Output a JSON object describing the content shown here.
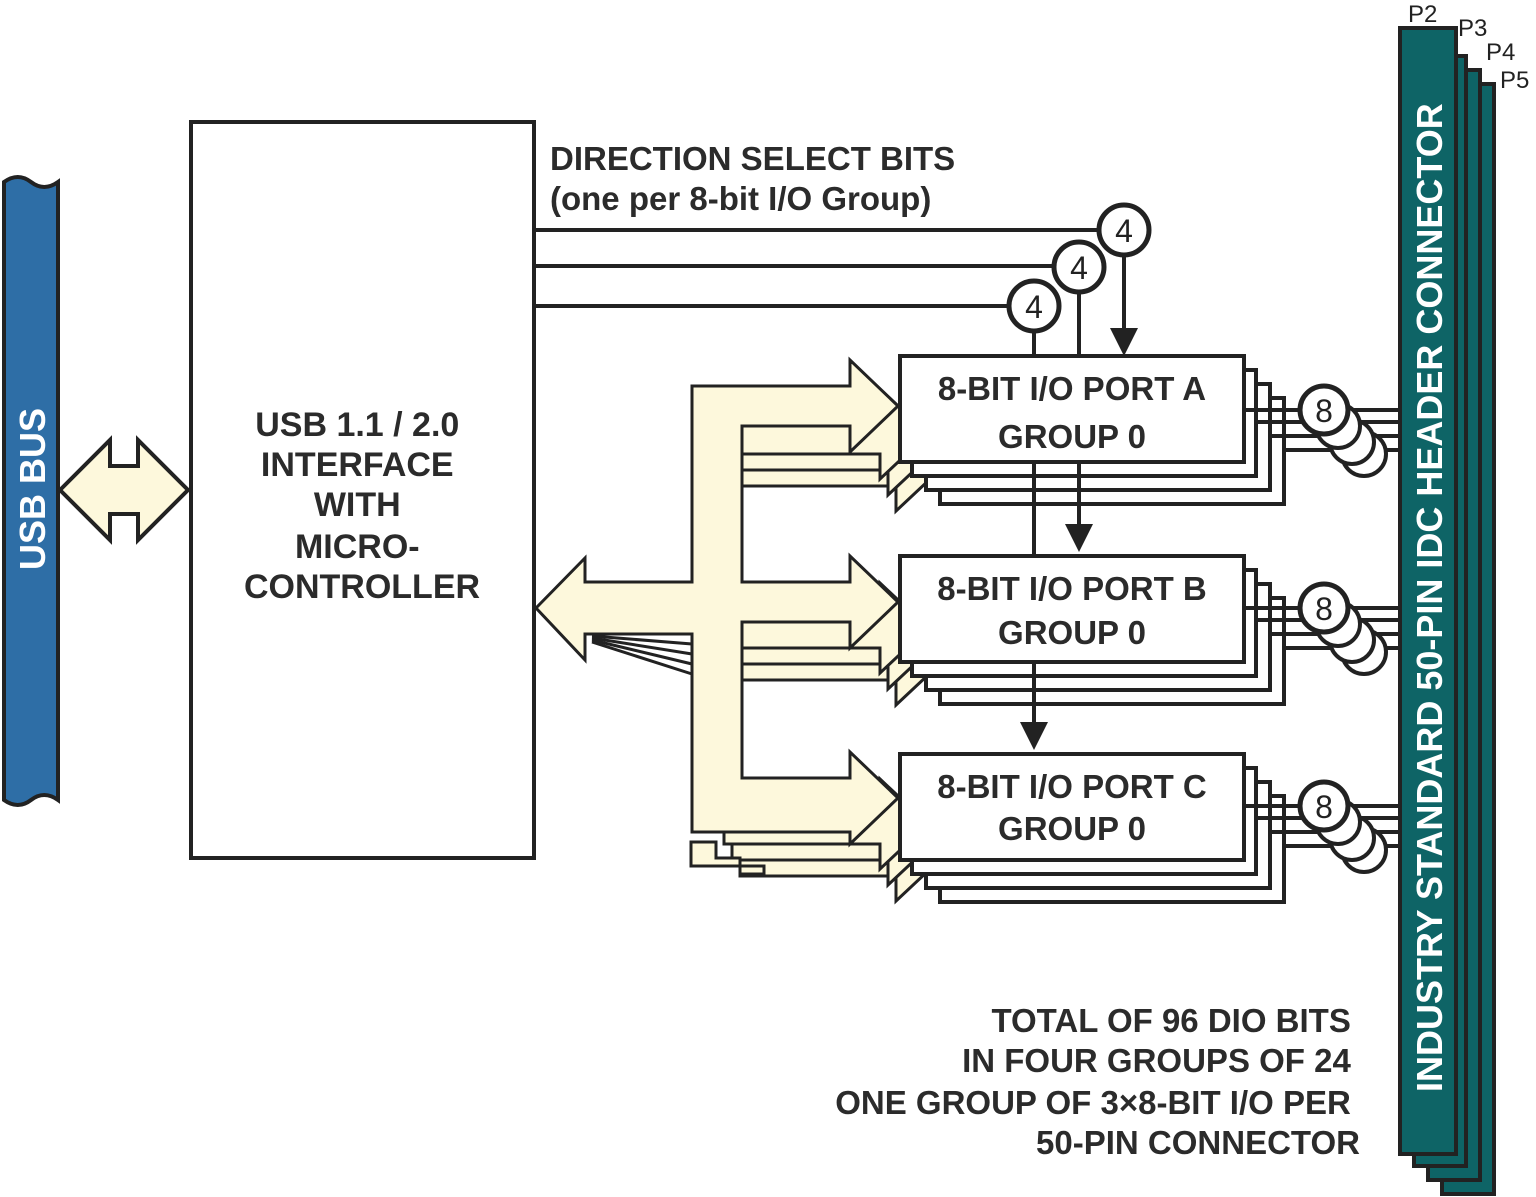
{
  "usb_bus": {
    "label": "USB BUS"
  },
  "controller": {
    "lines": [
      "USB 1.1 / 2.0",
      "INTERFACE",
      "WITH",
      "MICRO-",
      "CONTROLLER"
    ]
  },
  "direction": {
    "line1": "DIRECTION SELECT BITS",
    "line2": "(one per 8-bit I/O Group)",
    "badge": "4"
  },
  "ports": [
    {
      "line1": "8-BIT I/O PORT A",
      "line2": "GROUP 0",
      "badge": "8"
    },
    {
      "line1": "8-BIT I/O PORT B",
      "line2": "GROUP 0",
      "badge": "8"
    },
    {
      "line1": "8-BIT I/O PORT C",
      "line2": "GROUP 0",
      "badge": "8"
    }
  ],
  "connectors": {
    "label": "INDUSTRY STANDARD 50-PIN IDC HEADER CONNECTOR",
    "tabs": [
      "P2",
      "P3",
      "P4",
      "P5"
    ]
  },
  "footnote": {
    "lines": [
      "TOTAL OF 96 DIO BITS",
      "IN FOUR GROUPS OF 24",
      "ONE GROUP OF 3×8-BIT I/O PER",
      "50-PIN CONNECTOR"
    ]
  },
  "colors": {
    "usb_blue": "#2e6ea6",
    "connector_teal": "#0e6466",
    "bus_cream": "#fdf8dc",
    "line": "#222222"
  }
}
